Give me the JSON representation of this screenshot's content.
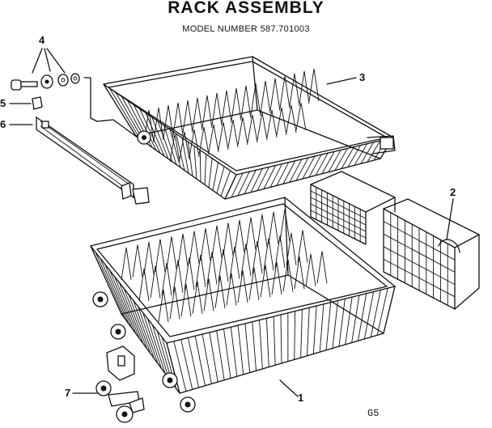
{
  "header": {
    "title": "RACK ASSEMBLY",
    "model": "MODEL NUMBER 587.701003"
  },
  "callouts": [
    {
      "id": "1",
      "label": "1"
    },
    {
      "id": "2",
      "label": "2"
    },
    {
      "id": "3",
      "label": "3"
    },
    {
      "id": "4",
      "label": "4"
    },
    {
      "id": "5",
      "label": "5"
    },
    {
      "id": "6",
      "label": "6"
    },
    {
      "id": "7",
      "label": "7"
    }
  ],
  "footer": {
    "code": "G5"
  }
}
